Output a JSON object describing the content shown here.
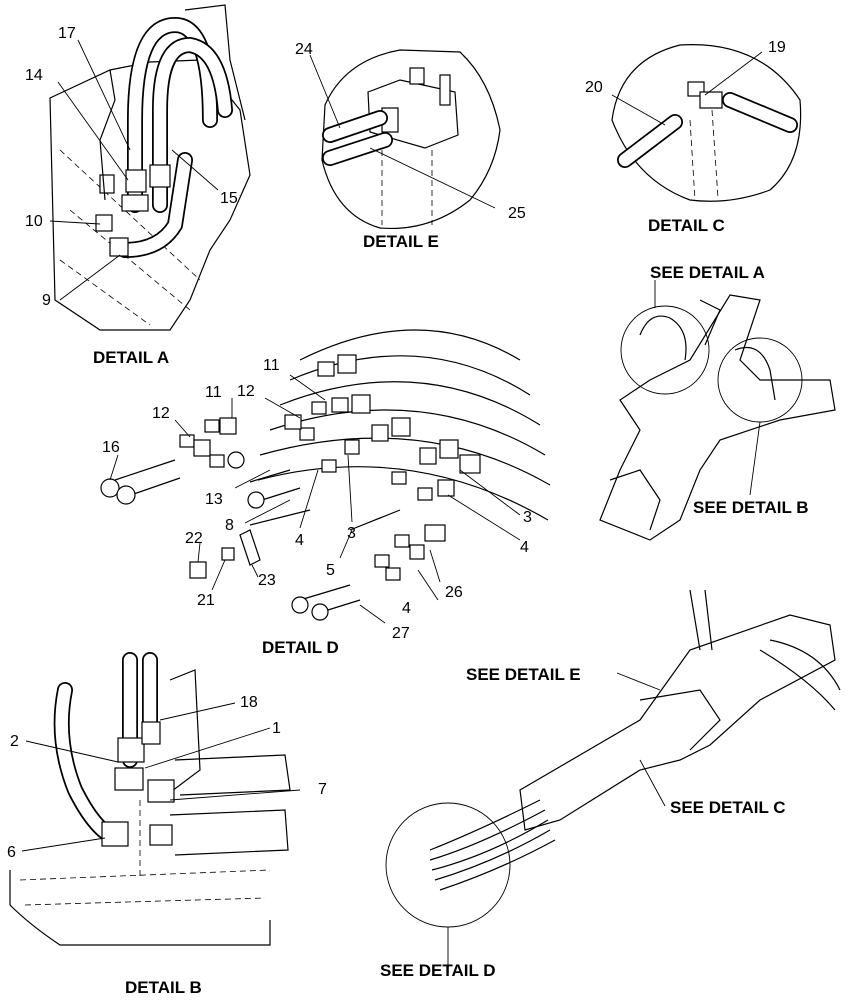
{
  "details": {
    "a": "DETAIL  A",
    "b": "DETAIL  B",
    "c": "DETAIL  C",
    "d": "DETAIL  D",
    "e": "DETAIL  E"
  },
  "callouts": {
    "see_a": "SEE DETAIL  A",
    "see_b": "SEE DETAIL  B",
    "see_c": "SEE DETAIL  C",
    "see_d": "SEE DETAIL  D",
    "see_e": "SEE DETAIL  E"
  },
  "parts": {
    "p1": "1",
    "p2": "2",
    "p3a": "3",
    "p3b": "3",
    "p4a": "4",
    "p4b": "4",
    "p4c": "4",
    "p5": "5",
    "p6": "6",
    "p7": "7",
    "p8": "8",
    "p9": "9",
    "p10": "10",
    "p11a": "11",
    "p11b": "11",
    "p12a": "12",
    "p12b": "12",
    "p13": "13",
    "p14": "14",
    "p15": "15",
    "p16": "16",
    "p17": "17",
    "p18": "18",
    "p19": "19",
    "p20": "20",
    "p21": "21",
    "p22": "22",
    "p23": "23",
    "p24": "24",
    "p25": "25",
    "p26": "26",
    "p27": "27"
  }
}
